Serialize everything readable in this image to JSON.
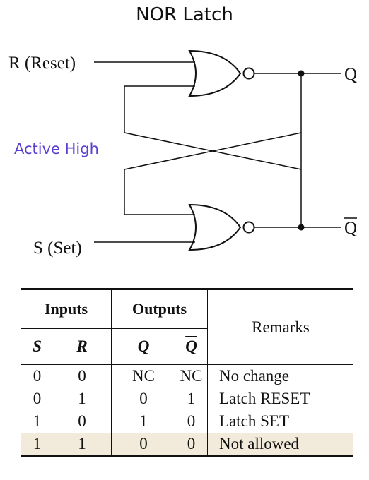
{
  "title": "NOR Latch",
  "subtitle": "Active High",
  "circuit": {
    "input_top": "R (Reset)",
    "input_bottom": "S (Set)",
    "output_top": "Q",
    "output_bottom": "Q"
  },
  "table": {
    "group_inputs": "Inputs",
    "group_outputs": "Outputs",
    "group_remarks": "Remarks",
    "col_s": "S",
    "col_r": "R",
    "col_q": "Q",
    "col_qbar": "Q",
    "rows": [
      {
        "s": "0",
        "r": "0",
        "q": "NC",
        "qbar": "NC",
        "remark": "No change"
      },
      {
        "s": "0",
        "r": "1",
        "q": "0",
        "qbar": "1",
        "remark": "Latch RESET"
      },
      {
        "s": "1",
        "r": "0",
        "q": "1",
        "qbar": "0",
        "remark": "Latch SET"
      },
      {
        "s": "1",
        "r": "1",
        "q": "0",
        "qbar": "0",
        "remark": "Not allowed"
      }
    ]
  },
  "colors": {
    "subtitle": "#5b3fd0",
    "highlight_row": "#f2ebdb"
  }
}
